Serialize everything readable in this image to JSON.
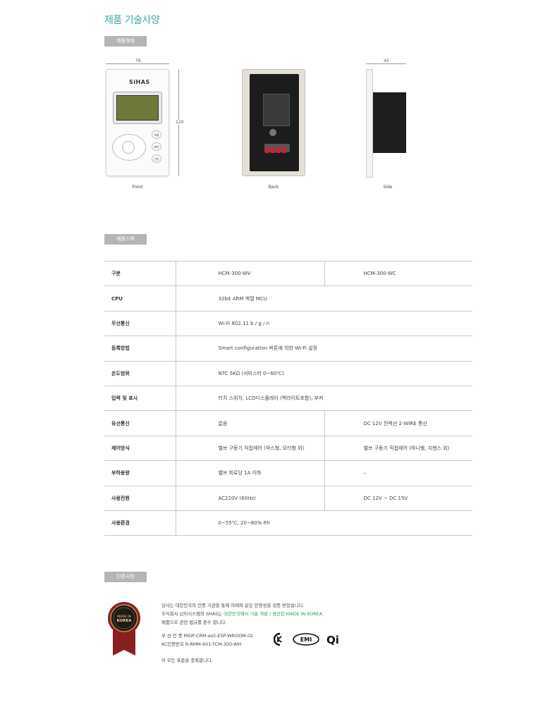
{
  "page": {
    "title": "제품 기술사양"
  },
  "sections": {
    "form_label": "제품형태",
    "spec_label": "제품스펙",
    "cert_label": "인증사항"
  },
  "views": {
    "front": {
      "caption": "Front",
      "width_dim": "76",
      "height_dim": "120",
      "brand": "SiHAS",
      "buttons": [
        "외출",
        "예약",
        "난방"
      ]
    },
    "back": {
      "caption": "Back"
    },
    "side": {
      "caption": "Side",
      "depth_dim": "45"
    }
  },
  "spec_table": {
    "rows": [
      {
        "label": "구분",
        "v1": "HCM-300-WV",
        "v2": "HCM-300-WC"
      },
      {
        "label": "CPU",
        "v1": "32bit ARM 계열 MCU"
      },
      {
        "label": "무선통신",
        "v1": "Wi-Fi 802.11 b / g / n"
      },
      {
        "label": "등록방법",
        "v1": "Smart configuration 버튼에 의한 Wi-Fi 설정"
      },
      {
        "label": "온도범위",
        "v1": "NTC 5KΩ  (서미스터 0~60℃)"
      },
      {
        "label": "입력 및 표시",
        "v1": "터치 스위치, LCD디스플레이 (백라이트포함), 부저"
      },
      {
        "label": "유선통신",
        "v1": "없음",
        "v2": "DC 12V 전력선 2-WIRE 통신"
      },
      {
        "label": "제어방식",
        "v1": "밸브 구동기 직접제어 (악스형, 모터형 외)",
        "v2": "밸브 구동기 직접제어 (하니웰, 지멘스 외)"
      },
      {
        "label": "부하용량",
        "v1": "밸브 회로당 1A 이하",
        "v2": "–"
      },
      {
        "label": "사용전원",
        "v1": "AC220V (60Hz)",
        "v2": "DC 12V ~ DC 15V"
      },
      {
        "label": "사용환경",
        "v1": "0~55℃, 20~80% Rh"
      }
    ]
  },
  "certification": {
    "badge": {
      "line1": "MADE IN",
      "line2": "KOREA"
    },
    "intro_line1": "당사는 대한민국의 인증 기관을 통해 아래와 같은 안정성을 검증 받았습니다.",
    "intro_line2_a": "주식회사 신이시스템의 SHAS는 ",
    "intro_line2_hl": "대한민국에서 기술 개발 / 생산한 MADE IN KOREA",
    "intro_line3": "제품으로 관련 법규를 준수 합니다.",
    "cert_line1": "무 선 인 증  MSIP-CRM-es5-ESP-WROOM-02",
    "cert_line2": "KC인증번호  R-RMM-601-TCM-300-WH",
    "closing": "이 모든 표준을 충족합니다.",
    "marks": [
      "KC",
      "EMI",
      "Qi"
    ]
  }
}
